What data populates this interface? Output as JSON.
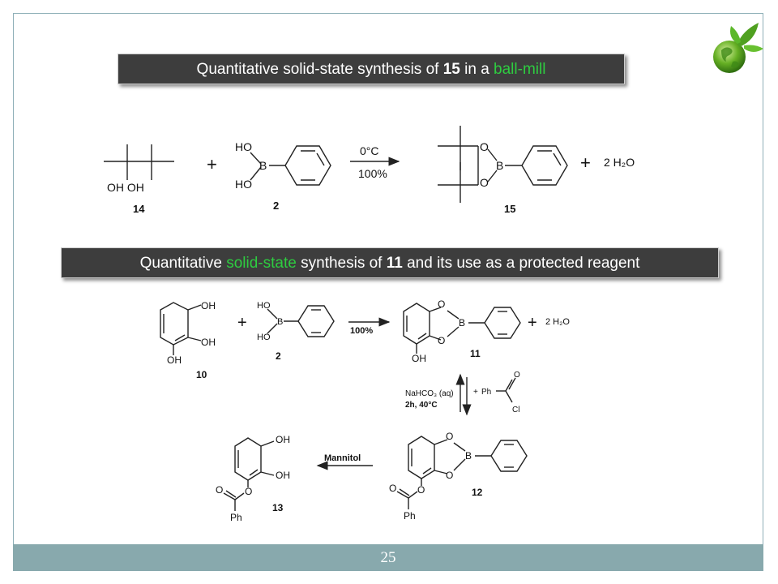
{
  "page_number": "25",
  "banner1": {
    "pre": "Quantitative solid-state synthesis of ",
    "compound": "15",
    "mid": " in a ",
    "highlight": "ball-mill"
  },
  "banner2": {
    "pre": "Quantitative ",
    "highlight": "solid-state",
    "mid": " synthesis of ",
    "compound": "11",
    "post": " and its use as a protected reagent"
  },
  "scheme1": {
    "pinacol_oh": "OH OH",
    "pinacol_label": "14",
    "plus1": "+",
    "boronic_ho_top": "HO",
    "boronic_b": "B",
    "boronic_ho_bottom": "HO",
    "boronic_label": "2",
    "condition_top": "0°C",
    "condition_bottom": "100%",
    "ester_o_top": "O",
    "ester_b": "B",
    "ester_o_bottom": "O",
    "ester_label": "15",
    "plus2": "+",
    "water": "2 H₂O"
  },
  "scheme2": {
    "catechol_oh1": "OH",
    "catechol_oh2": "OH",
    "catechol_oh3": "OH",
    "catechol_label": "10",
    "plus1": "+",
    "boronic_ho_top": "HO",
    "boronic_b": "B",
    "boronic_ho_bottom": "HO",
    "boronic_label": "2",
    "condition": "100%",
    "product_o_top": "O",
    "product_b": "B",
    "product_o_bottom": "O",
    "product_oh": "OH",
    "product_label": "11",
    "plus2": "+",
    "water": "2 H₂O",
    "acyl_plus": "+",
    "acyl_ph": "Ph",
    "acyl_o": "O",
    "acyl_cl": "Cl",
    "deprotect_reagent": "NaHCO₃ (aq)",
    "deprotect_conditions": "2h, 40°C",
    "ester_o_top": "O",
    "ester_b": "B",
    "ester_o_bottom": "O",
    "ester_o_link": "O",
    "ester_carbonyl_o": "O",
    "ester_ph": "Ph",
    "ester_label": "12",
    "mannitol": "Mannitol",
    "final_oh1": "OH",
    "final_oh2": "OH",
    "final_o_link": "O",
    "final_carbonyl_o": "O",
    "final_ph": "Ph",
    "final_label": "13"
  },
  "colors": {
    "footer": "#88a9ad",
    "banner": "#3d3d3d",
    "highlight": "#2ecc40"
  },
  "icons": [
    "earth-globe-leaf-icon"
  ]
}
